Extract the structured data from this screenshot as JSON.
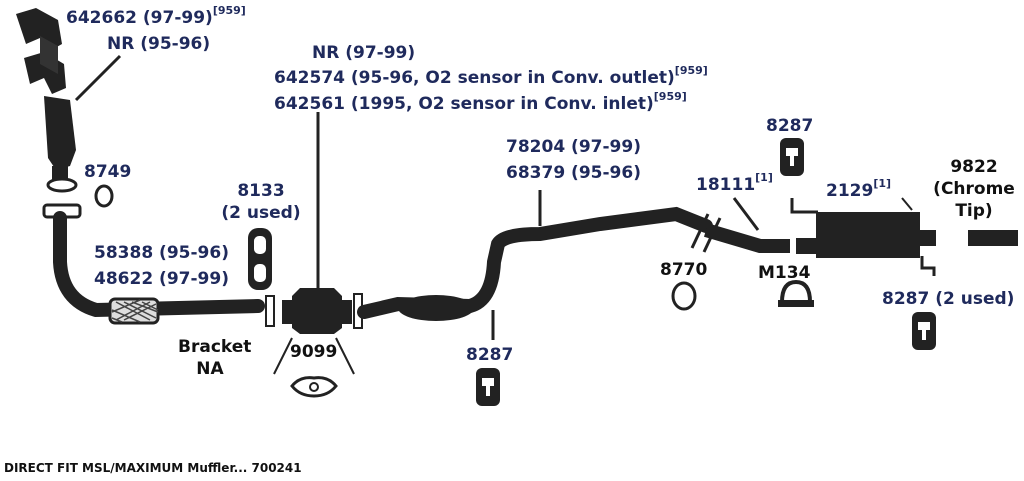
{
  "parts": {
    "manifold": {
      "line1": "642662 (97-99)",
      "sup1": "[959]",
      "line2": "NR (95-96)"
    },
    "p8749": {
      "label": "8749"
    },
    "p8133": {
      "line1": "8133",
      "line2": "(2 used)"
    },
    "front_pipe": {
      "line1": "58388 (95-96)",
      "line2": "48622 (97-99)"
    },
    "bracket": {
      "line1": "Bracket",
      "line2": "NA"
    },
    "p9099": {
      "label": "9099"
    },
    "converter": {
      "line1": "NR (97-99)",
      "line2": "642574 (95-96, O2 sensor in Conv. outlet)",
      "sup2": "[959]",
      "line3": "642561 (1995, O2 sensor in Conv. inlet)",
      "sup3": "[959]"
    },
    "inter_pipe": {
      "line1": "78204 (97-99)",
      "line2": "68379 (95-96)"
    },
    "hanger_8287_center": {
      "label": "8287"
    },
    "hanger_8287_top": {
      "label": "8287"
    },
    "p18111": {
      "label": "18111",
      "sup": "[1]"
    },
    "p8770": {
      "label": "8770"
    },
    "pM134": {
      "label": "M134"
    },
    "muffler": {
      "label": "2129",
      "sup": "[1]"
    },
    "tip": {
      "line1": "9822",
      "line2": "(Chrome",
      "line3": "Tip)"
    },
    "hanger_8287_right": {
      "label": "8287 (2 used)"
    }
  },
  "footer": {
    "text": "DIRECT FIT MSL/MAXIMUM Muffler... 700241"
  },
  "colors": {
    "label": "#1f2a5c",
    "part": "#222222",
    "background": "#ffffff"
  }
}
